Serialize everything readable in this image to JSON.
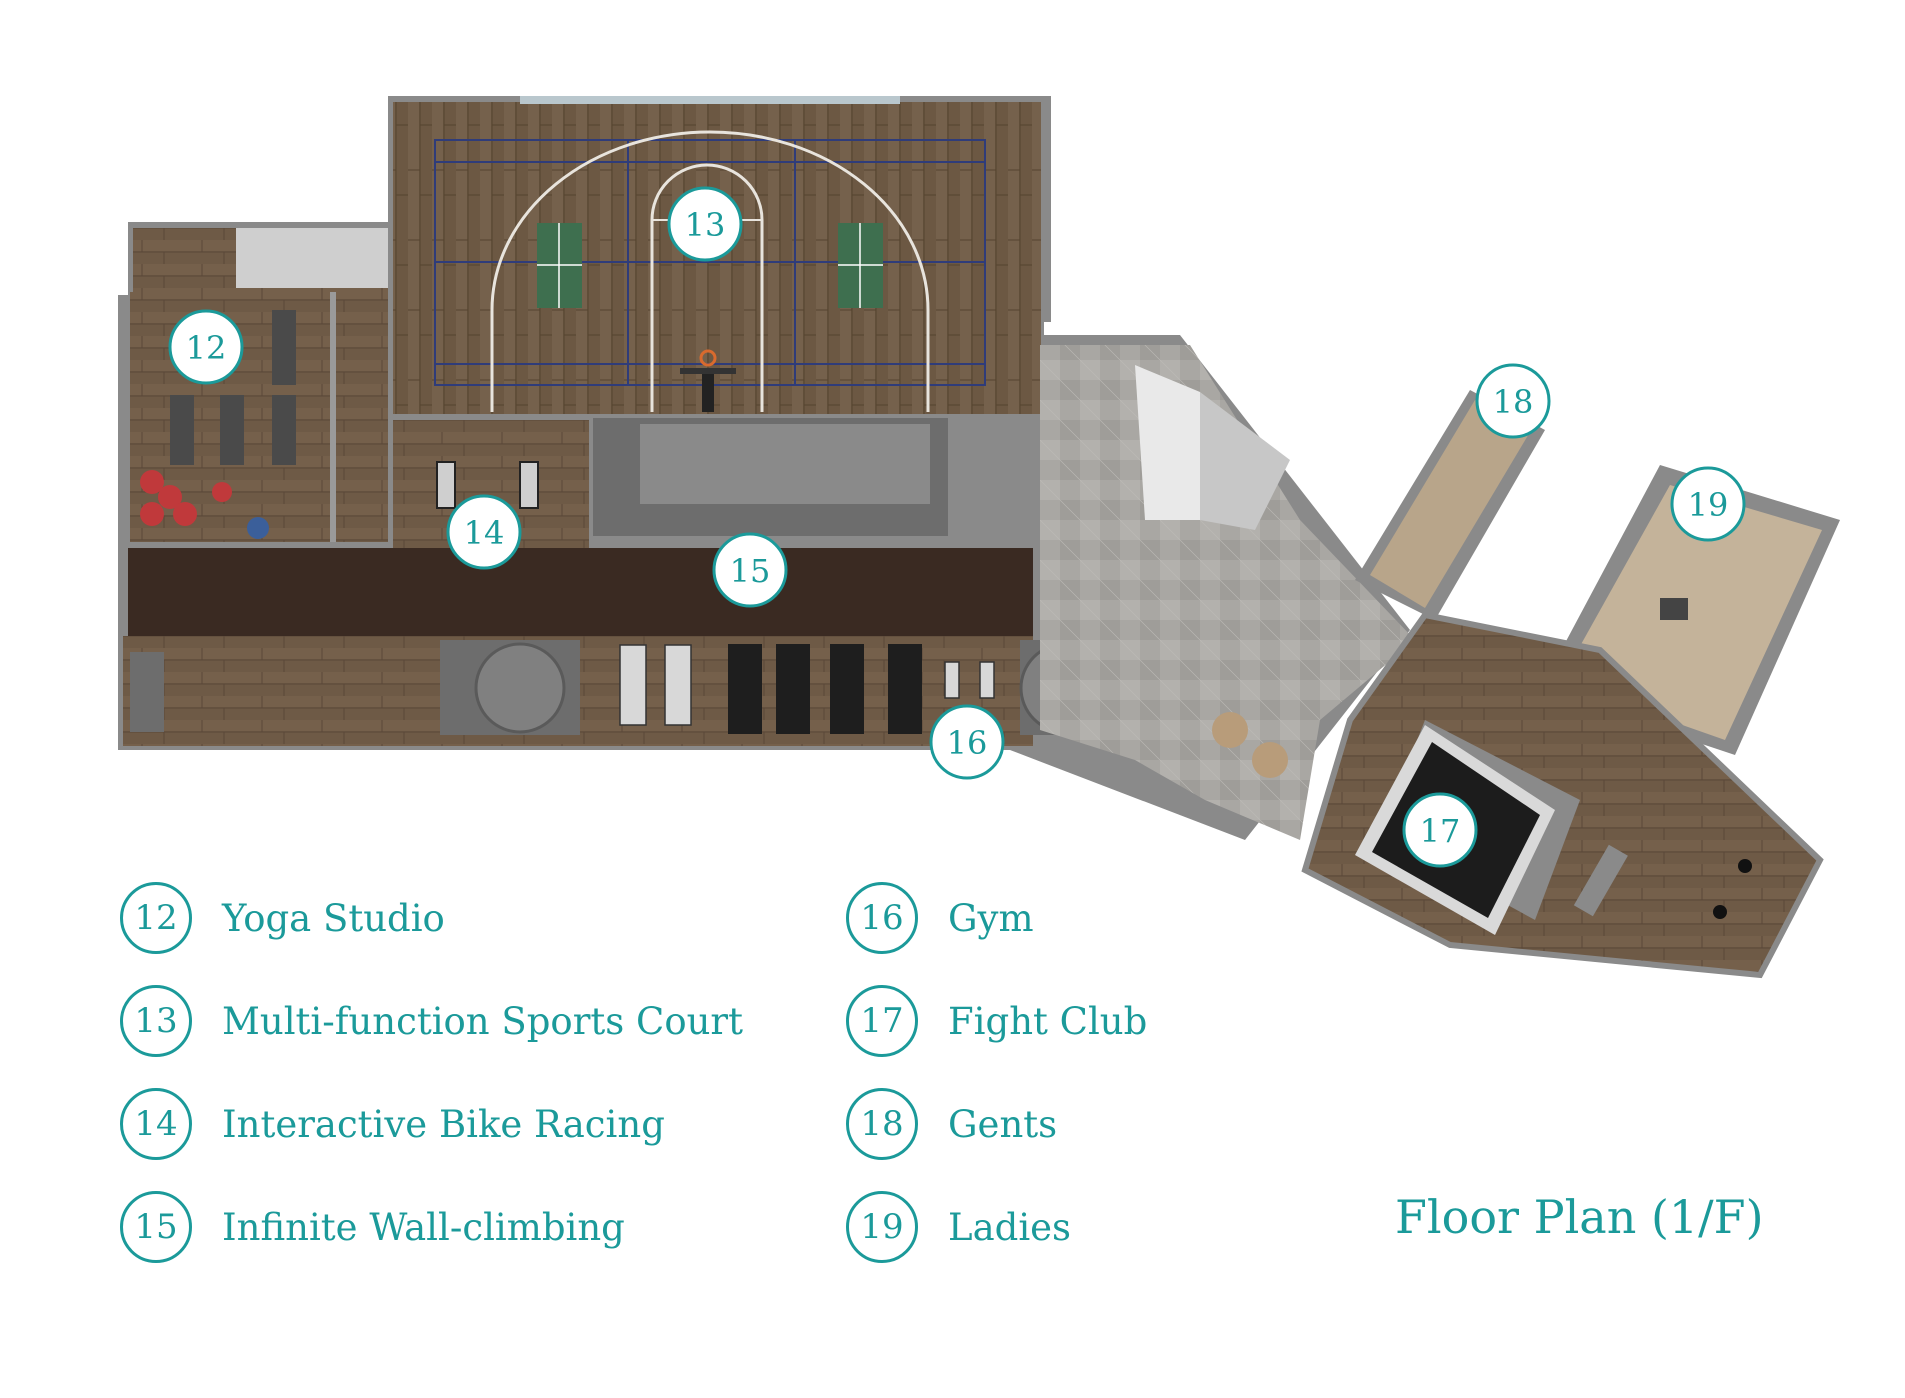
{
  "title": "Floor Plan (1/F)",
  "colors": {
    "accent": "#1b9a9a",
    "wood": "#6e5a46",
    "wood_dark": "#4a3a2d",
    "track": "#3a2a22",
    "stone": "#a9a7a3",
    "wall": "#7d7d7d",
    "court_table": "#3e6f4f",
    "ring": "#1c1c1c"
  },
  "markers": [
    {
      "id": "12",
      "label": "12"
    },
    {
      "id": "13",
      "label": "13"
    },
    {
      "id": "14",
      "label": "14"
    },
    {
      "id": "15",
      "label": "15"
    },
    {
      "id": "16",
      "label": "16"
    },
    {
      "id": "17",
      "label": "17"
    },
    {
      "id": "18",
      "label": "18"
    },
    {
      "id": "19",
      "label": "19"
    }
  ],
  "legend": [
    {
      "num": "12",
      "label": "Yoga Studio"
    },
    {
      "num": "13",
      "label": "Multi-function Sports Court"
    },
    {
      "num": "14",
      "label": "Interactive Bike Racing"
    },
    {
      "num": "15",
      "label": "Infinite Wall-climbing"
    },
    {
      "num": "16",
      "label": "Gym"
    },
    {
      "num": "17",
      "label": "Fight Club"
    },
    {
      "num": "18",
      "label": "Gents"
    },
    {
      "num": "19",
      "label": "Ladies"
    }
  ]
}
